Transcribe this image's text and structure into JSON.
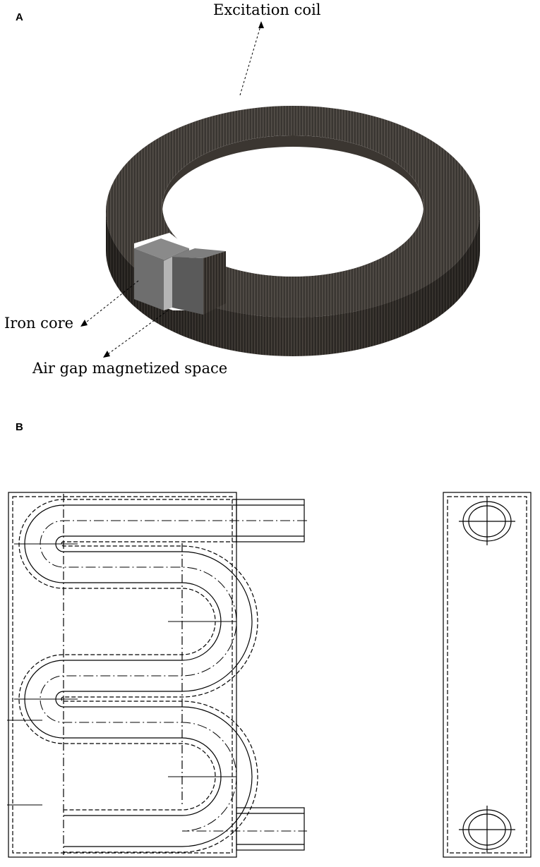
{
  "panels": {
    "a": {
      "letter": "A"
    },
    "b": {
      "letter": "B"
    }
  },
  "labels": {
    "excitation_coil": "Excitation coil",
    "iron_core": "Iron core",
    "air_gap": "Air gap magnetized space"
  },
  "colors": {
    "coil_dark": "#2e2a26",
    "coil_light": "#5a554f",
    "core_face": "#6e6e6e",
    "core_side": "#8a8a8a",
    "air_gap": "#b5b5b5",
    "line": "#000000"
  }
}
